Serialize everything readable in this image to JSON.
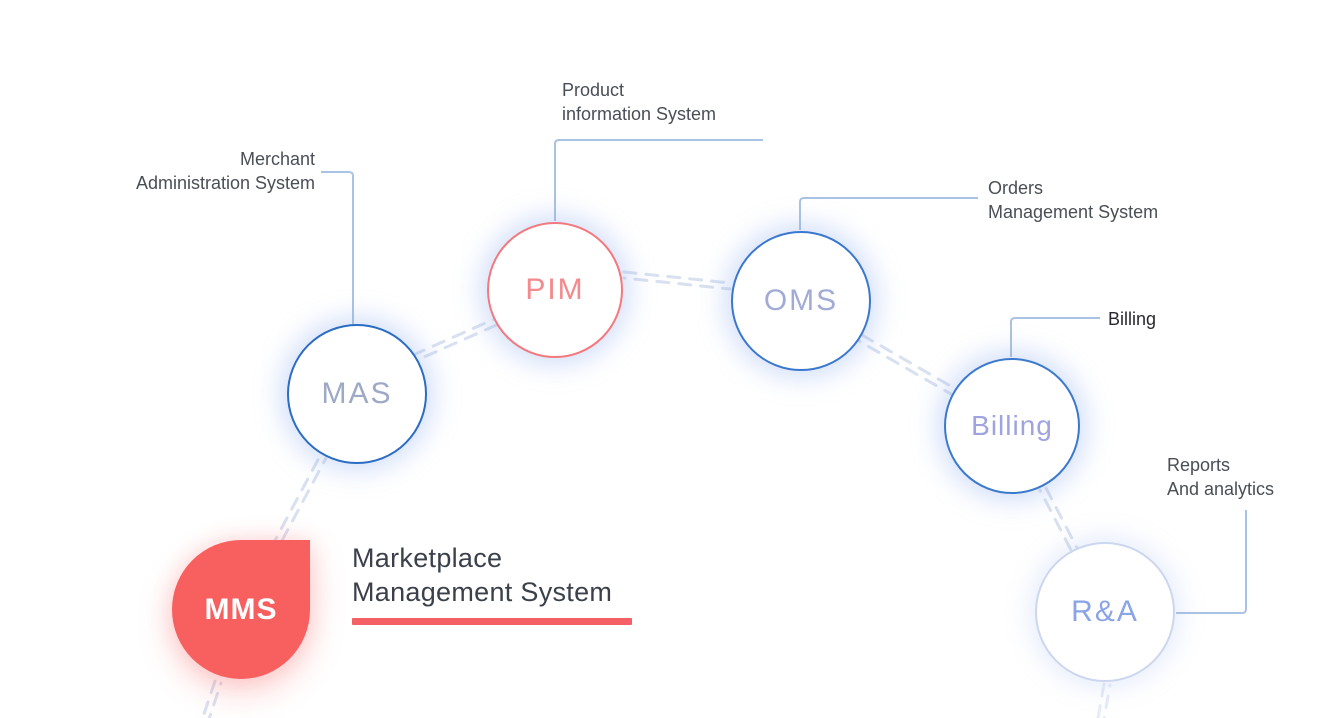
{
  "colors": {
    "mas_border": "#2b6cc4",
    "pim_border": "#f3797e",
    "oms_border": "#3a78cf",
    "billing_border": "#3b79cd",
    "ra_border": "#ccd7ef",
    "mas_text": "#9ea9c6",
    "pim_text": "#f28a8e",
    "oms_text": "#a2abd6",
    "billing_text": "#9fa3e0",
    "ra_text": "#8aa4e6",
    "mms_bg": "#f7605f",
    "mms_text": "#ffffff",
    "caption_text": "#4a4e55",
    "billing_caption_text": "#27292e",
    "title_text": "#3b404a",
    "underline_red": "#f55f66",
    "connector_blue": "#aac2e4",
    "chain_dash": "#d9e1f0",
    "chain_dash_faint": "#e6ecf7"
  },
  "diagram": {
    "center": {
      "label": "MMS",
      "title_line1": "Marketplace",
      "title_line2": "Management System"
    },
    "nodes": [
      {
        "abbr": "MAS",
        "name_line1": "Merchant",
        "name_line2": "Administration System"
      },
      {
        "abbr": "PIM",
        "name_line1": "Product",
        "name_line2": "information System"
      },
      {
        "abbr": "OMS",
        "name_line1": "Orders",
        "name_line2": "Management System"
      },
      {
        "abbr": "Billing",
        "name_line1": "Billing",
        "name_line2": ""
      },
      {
        "abbr": "R&A",
        "name_line1": "Reports",
        "name_line2": "And analytics"
      }
    ]
  }
}
